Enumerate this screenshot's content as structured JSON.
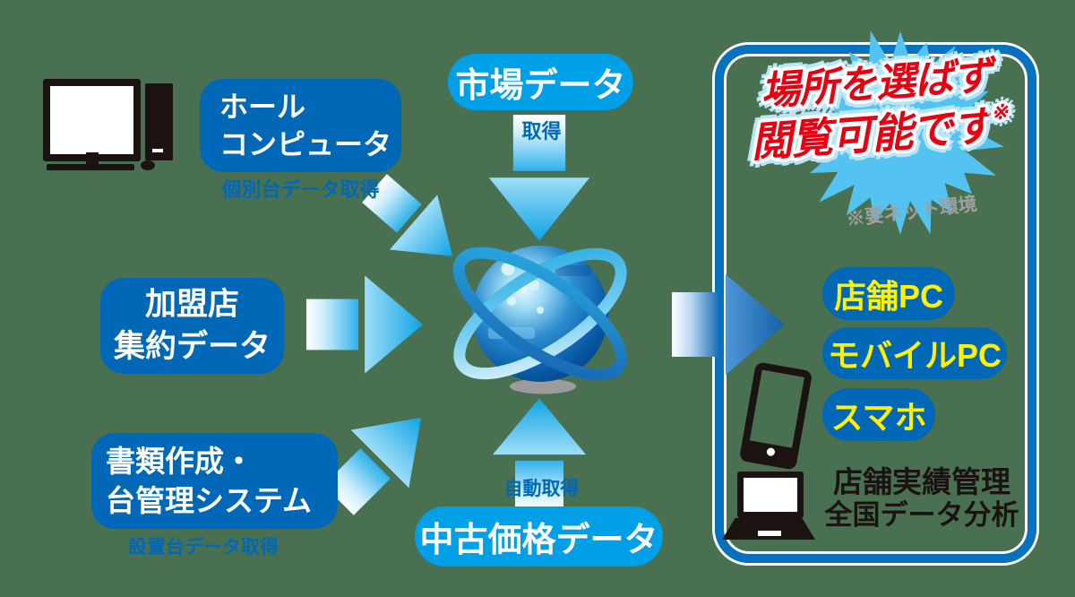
{
  "colors": {
    "background": "#4A7052",
    "box_blue": "#0068B7",
    "pill_cyan": "#00A0E9",
    "panel_border_blue": "#0671BE",
    "device_text_yellow": "#FFF100",
    "headline_red": "#E60012",
    "note_gray": "#9FA0A0",
    "starburst_blue": "#54C3F1",
    "arrow_cyan": "#29ABE2",
    "arrow_dark_blue": "#1E6FB8",
    "icon_black": "#1a1311"
  },
  "left_sources": {
    "hall_computer": {
      "line1": "ホール",
      "line2": "コンピュータ",
      "note": "個別台データ取得"
    },
    "franchise": {
      "line1": "加盟店",
      "line2": "集約データ"
    },
    "document_system": {
      "line1": "書類作成・",
      "line2": "台管理システム",
      "note": "設置台データ取得"
    }
  },
  "top_source": {
    "label": "市場データ",
    "note": "取得"
  },
  "bottom_source": {
    "label": "中古価格データ",
    "note": "自動取得"
  },
  "destination_panel": {
    "headline": {
      "line1": "場所を選ばず",
      "line2": "閲覧可能です",
      "mark": "※",
      "note": "※要ネット環境"
    },
    "devices": [
      {
        "label": "店舗PC"
      },
      {
        "label": "モバイルPC"
      },
      {
        "label": "スマホ"
      }
    ],
    "footer": {
      "line1": "店舗実績管理",
      "line2": "全国データ分析"
    }
  }
}
